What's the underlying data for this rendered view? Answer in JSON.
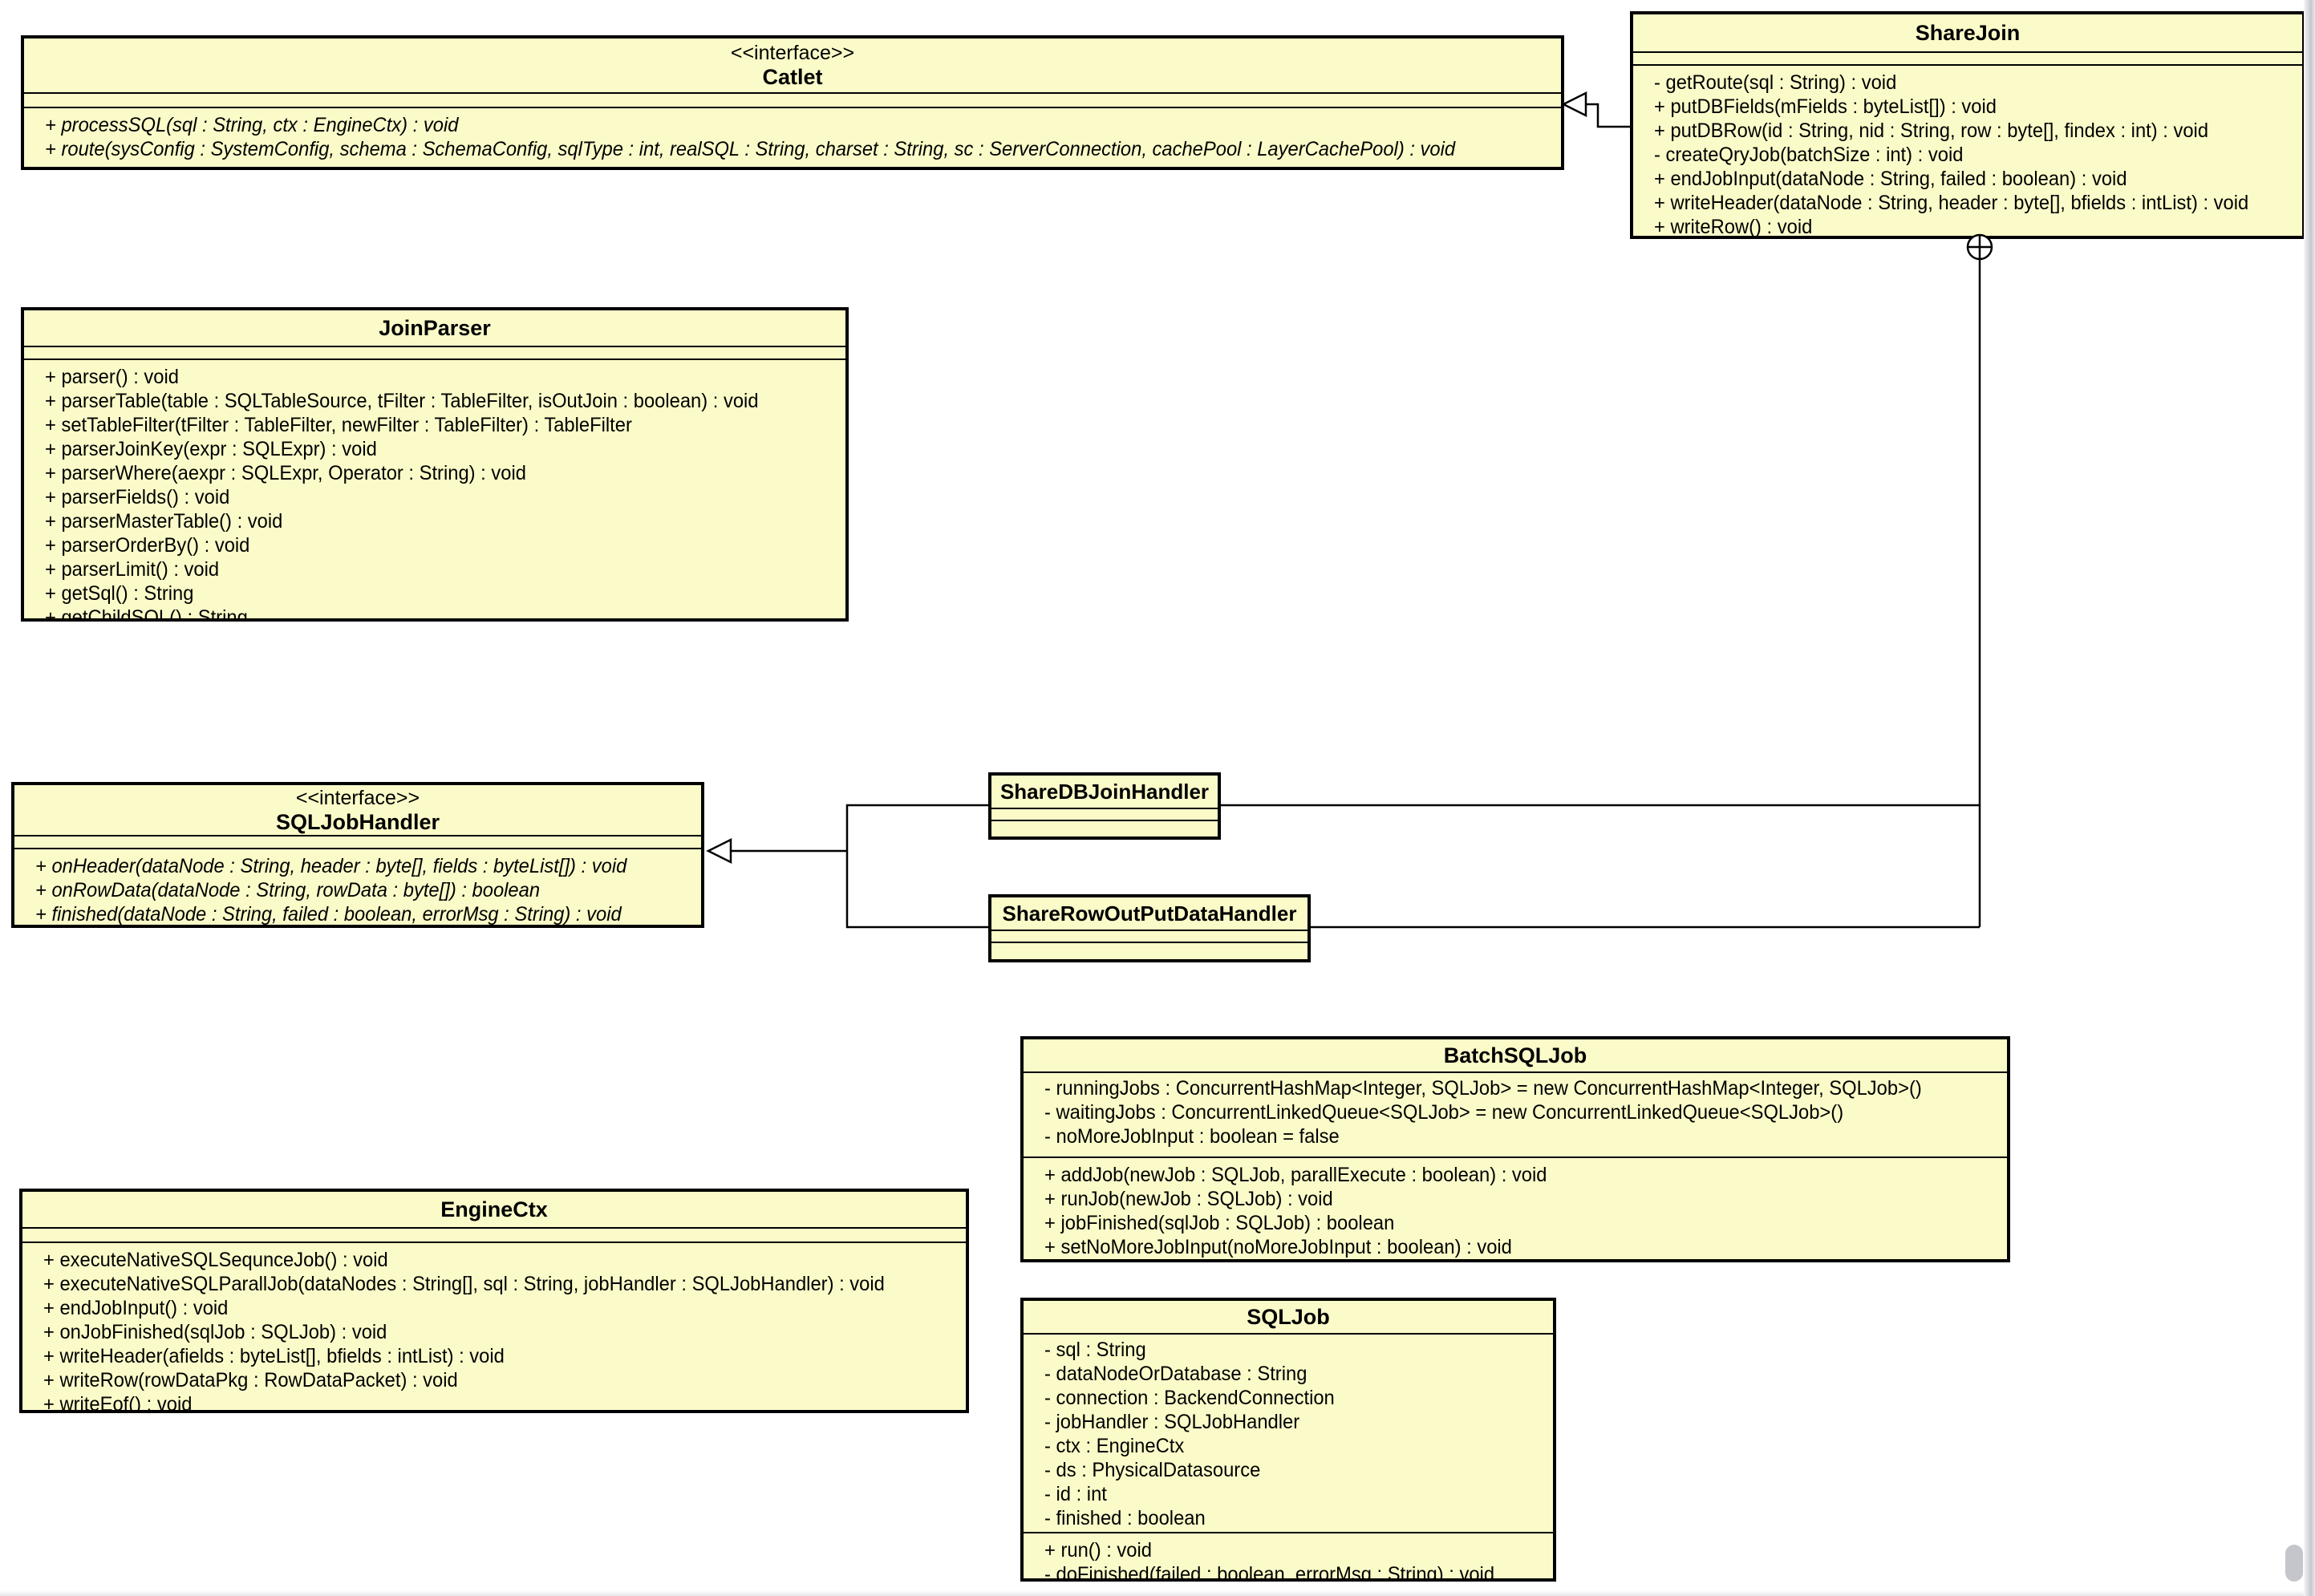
{
  "diagram": {
    "kind": "uml-class-diagram",
    "box_fill": "#fbfbc9",
    "line_color": "#000000"
  },
  "classes": {
    "catlet": {
      "stereotype": "<<interface>>",
      "name": "Catlet",
      "attributes": [],
      "methods": [
        "+ processSQL(sql : String, ctx : EngineCtx) : void",
        "+ route(sysConfig : SystemConfig, schema : SchemaConfig, sqlType : int, realSQL : String, charset : String, sc : ServerConnection, cachePool : LayerCachePool) : void"
      ]
    },
    "sharejoin": {
      "name": "ShareJoin",
      "attributes": [],
      "methods": [
        "- getRoute(sql : String) : void",
        "+ putDBFields(mFields : byteList[]) : void",
        "+ putDBRow(id : String, nid : String, row : byte[], findex : int) : void",
        "- createQryJob(batchSize : int) : void",
        "+ endJobInput(dataNode : String, failed : boolean) : void",
        "+ writeHeader(dataNode : String, header : byte[], bfields : intList) : void",
        "+ writeRow() : void"
      ]
    },
    "joinparser": {
      "name": "JoinParser",
      "attributes": [],
      "methods": [
        "+ parser() : void",
        "+ parserTable(table : SQLTableSource, tFilter : TableFilter, isOutJoin : boolean) : void",
        "+ setTableFilter(tFilter : TableFilter, newFilter : TableFilter) : TableFilter",
        "+ parserJoinKey(expr : SQLExpr) : void",
        "+ parserWhere(aexpr : SQLExpr, Operator : String) : void",
        "+ parserFields() : void",
        "+ parserMasterTable() : void",
        "+ parserOrderBy() : void",
        "+ parserLimit() : void",
        "+ getSql() : String",
        "+ getChildSQL() : String"
      ]
    },
    "sqljobhandler": {
      "stereotype": "<<interface>>",
      "name": "SQLJobHandler",
      "attributes": [],
      "methods": [
        "+ onHeader(dataNode : String, header : byte[], fields : byteList[]) : void",
        "+ onRowData(dataNode : String, rowData : byte[]) : boolean",
        "+ finished(dataNode : String, failed : boolean, errorMsg : String) : void"
      ]
    },
    "sharedb": {
      "name": "ShareDBJoinHandler",
      "attributes": [],
      "methods": []
    },
    "sharerow": {
      "name": "ShareRowOutPutDataHandler",
      "attributes": [],
      "methods": []
    },
    "batchsqljob": {
      "name": "BatchSQLJob",
      "attributes": [
        "- runningJobs : ConcurrentHashMap<Integer, SQLJob> = new ConcurrentHashMap<Integer, SQLJob>()",
        "- waitingJobs : ConcurrentLinkedQueue<SQLJob> = new ConcurrentLinkedQueue<SQLJob>()",
        "- noMoreJobInput : boolean = false"
      ],
      "methods": [
        "+ addJob(newJob : SQLJob, parallExecute : boolean) : void",
        "+ runJob(newJob : SQLJob) : void",
        "+ jobFinished(sqlJob : SQLJob) : boolean",
        "+ setNoMoreJobInput(noMoreJobInput : boolean) : void"
      ]
    },
    "enginectx": {
      "name": "EngineCtx",
      "attributes": [],
      "methods": [
        "+ executeNativeSQLSequnceJob() : void",
        "+ executeNativeSQLParallJob(dataNodes : String[], sql : String, jobHandler : SQLJobHandler) : void",
        "+ endJobInput() : void",
        "+ onJobFinished(sqlJob : SQLJob) : void",
        "+ writeHeader(afields : byteList[], bfields : intList) : void",
        "+ writeRow(rowDataPkg : RowDataPacket) : void",
        "+ writeEof() : void"
      ]
    },
    "sqljob": {
      "name": "SQLJob",
      "attributes": [
        "- sql : String",
        "- dataNodeOrDatabase : String",
        "- connection : BackendConnection",
        "- jobHandler : SQLJobHandler",
        "- ctx : EngineCtx",
        "- ds : PhysicalDatasource",
        "- id : int",
        "- finished : boolean"
      ],
      "methods": [
        "+ run() : void",
        "- doFinished(failed : boolean, errorMsg : String) : void"
      ]
    }
  },
  "relations": [
    {
      "type": "realization",
      "from": "ShareJoin",
      "to": "Catlet"
    },
    {
      "type": "realization",
      "from": "ShareDBJoinHandler",
      "to": "SQLJobHandler"
    },
    {
      "type": "realization",
      "from": "ShareRowOutPutDataHandler",
      "to": "SQLJobHandler"
    },
    {
      "type": "containment",
      "from": "ShareJoin",
      "to": "ShareDBJoinHandler"
    },
    {
      "type": "containment",
      "from": "ShareJoin",
      "to": "ShareRowOutPutDataHandler"
    }
  ]
}
